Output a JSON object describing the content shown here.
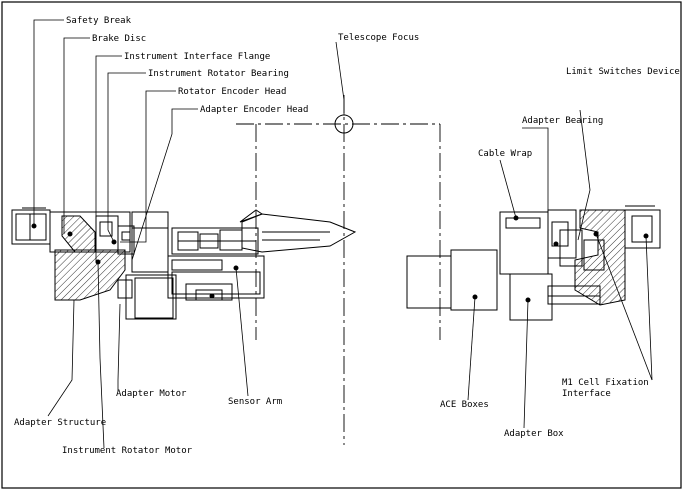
{
  "labels": {
    "safety_break": "Safety Break",
    "brake_disc": "Brake Disc",
    "instrument_interface_flange": "Instrument Interface Flange",
    "instrument_rotator_bearing": "Instrument Rotator Bearing",
    "rotator_encoder_head": "Rotator Encoder Head",
    "adapter_encoder_head": "Adapter Encoder Head",
    "telescope_focus": "Telescope Focus",
    "limit_switches_device": "Limit Switches Device",
    "adapter_bearing": "Adapter Bearing",
    "cable_wrap": "Cable Wrap",
    "adapter_motor": "Adapter Motor",
    "sensor_arm": "Sensor Arm",
    "adapter_structure": "Adapter Structure",
    "instrument_rotator_motor": "Instrument Rotator Motor",
    "ace_boxes": "ACE Boxes",
    "adapter_box": "Adapter Box",
    "m1_cell_fixation_line1": "M1 Cell Fixation",
    "m1_cell_fixation_line2": "Interface"
  }
}
